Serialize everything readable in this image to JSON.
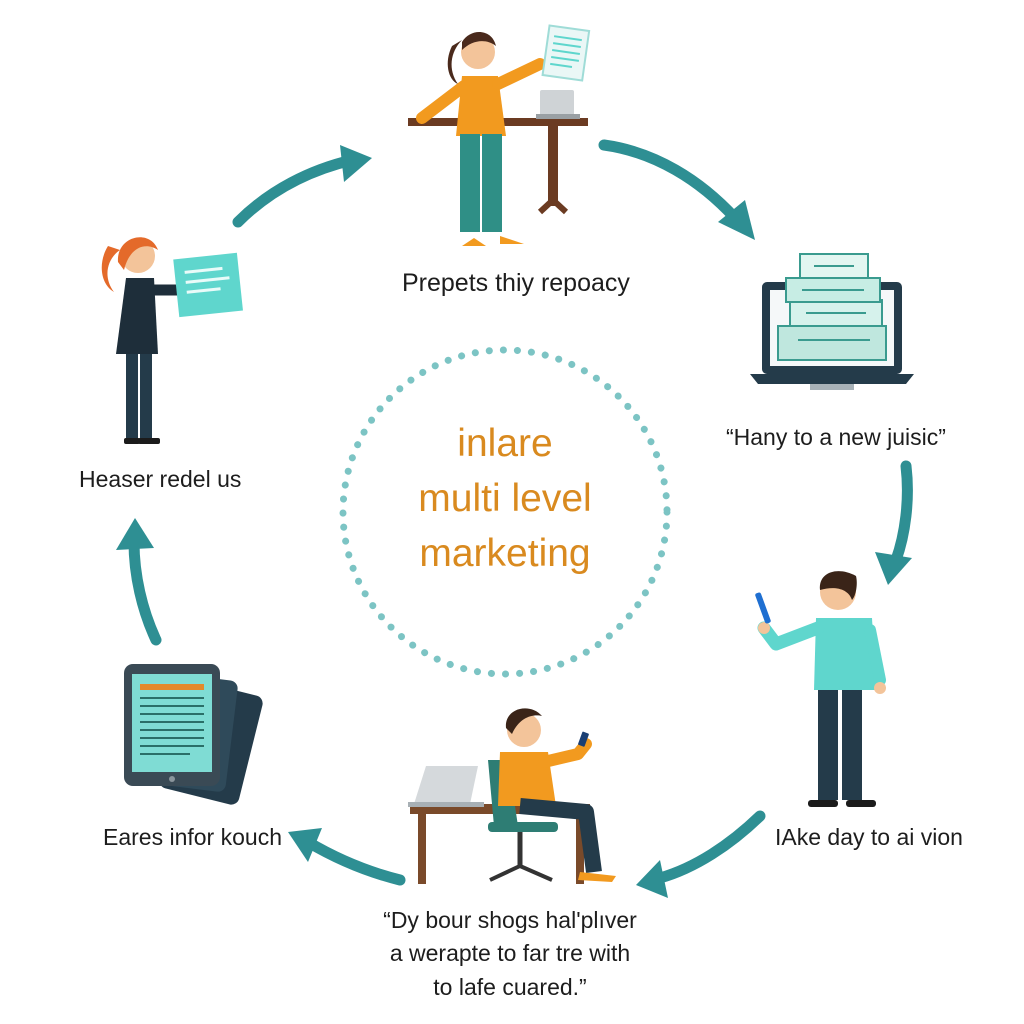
{
  "center": {
    "title_lines": [
      "inlare",
      "multi level",
      "marketing"
    ]
  },
  "steps": {
    "top": "Prepets thiy repoacy",
    "right": "“Hany to a new juisic”",
    "bottom_right": "IAke day to ai vion",
    "bottom": "“Dy bour shogs hal'plıver a werapte to far tre with to lafe cuared.”",
    "bottom_left": "Eares infor kouch",
    "left": "Heaser redel us"
  },
  "colors": {
    "arrow": "#2e8f93",
    "dots": "#7cc4c4",
    "title": "#d98a1f",
    "accent_teal": "#5fd6cd",
    "accent_orange": "#f29a1f"
  },
  "icons": [
    "woman-presenting-icon",
    "laptop-stack-icon",
    "man-phone-icon",
    "man-desk-icon",
    "tablet-documents-icon",
    "woman-document-icon"
  ]
}
